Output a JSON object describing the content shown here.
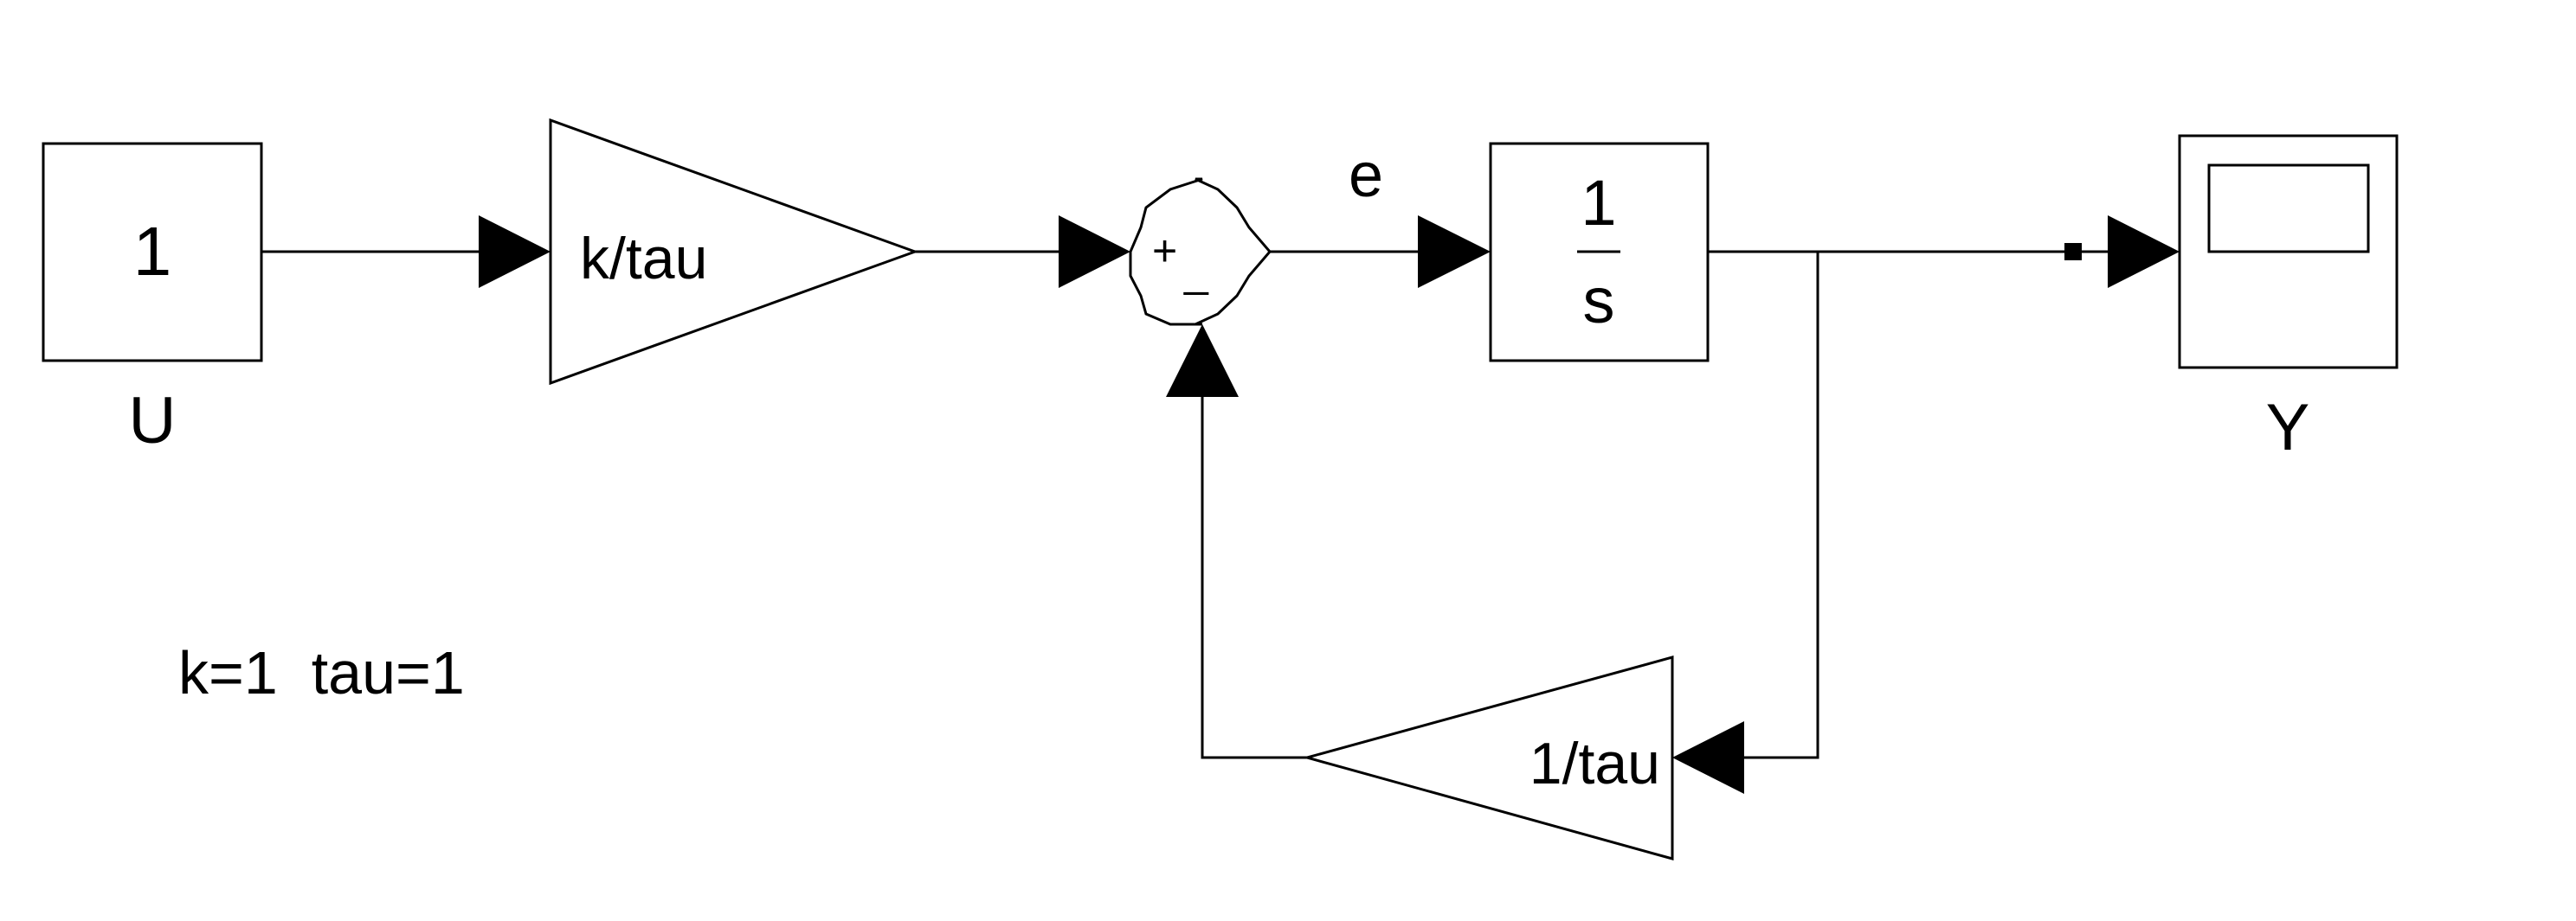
{
  "blocks": {
    "constant": {
      "value": "1",
      "name": "U"
    },
    "gain_forward": {
      "value": "k/tau"
    },
    "sum": {
      "plus_sign": "+",
      "minus_sign": "_"
    },
    "integrator": {
      "numerator": "1",
      "denominator": "s"
    },
    "scope": {
      "name": "Y"
    },
    "gain_feedback": {
      "value": "1/tau"
    }
  },
  "signals": {
    "error": "e"
  },
  "annotation": {
    "params": "k=1  tau=1"
  }
}
